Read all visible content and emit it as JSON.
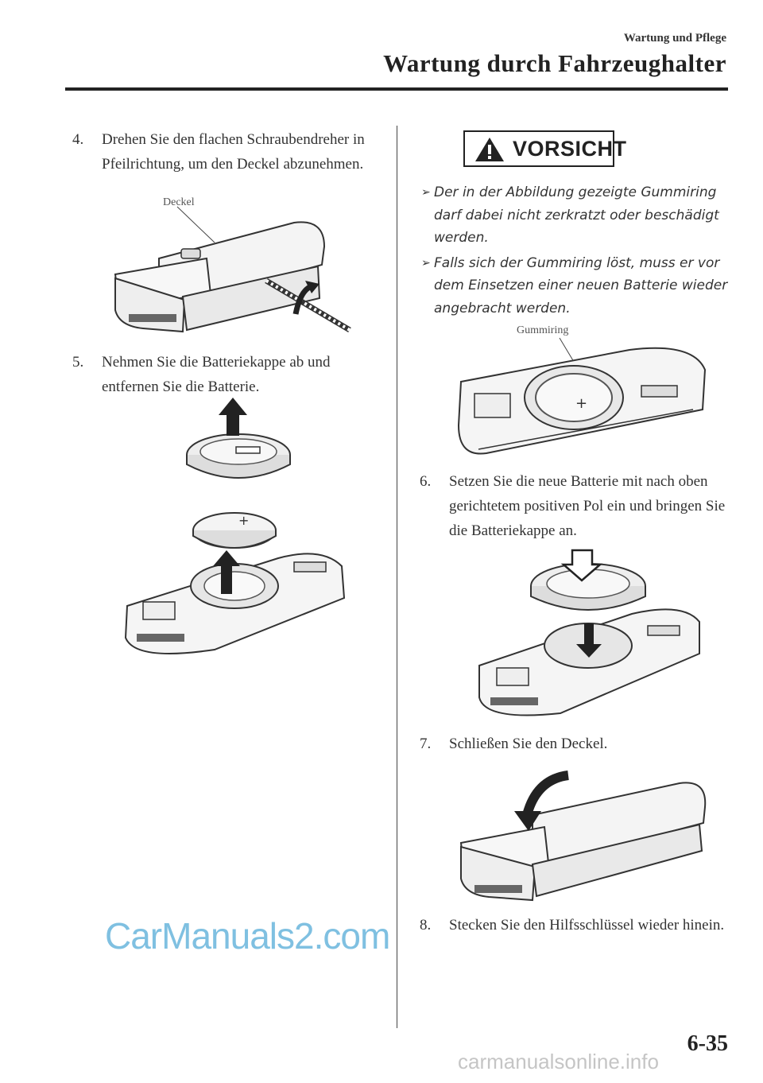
{
  "header": {
    "section": "Wartung und Pflege",
    "title": "Wartung durch Fahrzeughalter"
  },
  "steps": [
    {
      "num": "4.",
      "text": "Drehen Sie den flachen Schraubendreher in Pfeilrichtung, um den Deckel abzunehmen."
    },
    {
      "num": "5.",
      "text": "Nehmen Sie die Batteriekappe ab und entfernen Sie die Batterie."
    },
    {
      "num": "6.",
      "text": "Setzen Sie die neue Batterie mit nach oben gerichtetem positiven Pol ein und bringen Sie die Batteriekappe an."
    },
    {
      "num": "7.",
      "text": "Schließen Sie den Deckel."
    },
    {
      "num": "8.",
      "text": "Stecken Sie den Hilfsschlüssel wieder hinein."
    }
  ],
  "figure_labels": {
    "deckel": "Deckel",
    "gummiring": "Gummiring"
  },
  "caution": {
    "label": "VORSICHT",
    "bullets": [
      "Der in der Abbildung gezeigte Gummiring darf dabei nicht zerkratzt oder beschädigt werden.",
      "Falls sich der Gummiring löst, muss er vor dem Einsetzen einer neuen Batterie wieder angebracht werden."
    ]
  },
  "page_number": "6-35",
  "watermark": "CarManuals2.com",
  "footer_site": "carmanualsonline.info",
  "icons": {
    "warning": "warning-triangle-icon",
    "bullet": "arrow-bullet-icon"
  },
  "colors": {
    "watermark": "#4ea8d6",
    "text": "#333333",
    "rule": "#222222"
  }
}
